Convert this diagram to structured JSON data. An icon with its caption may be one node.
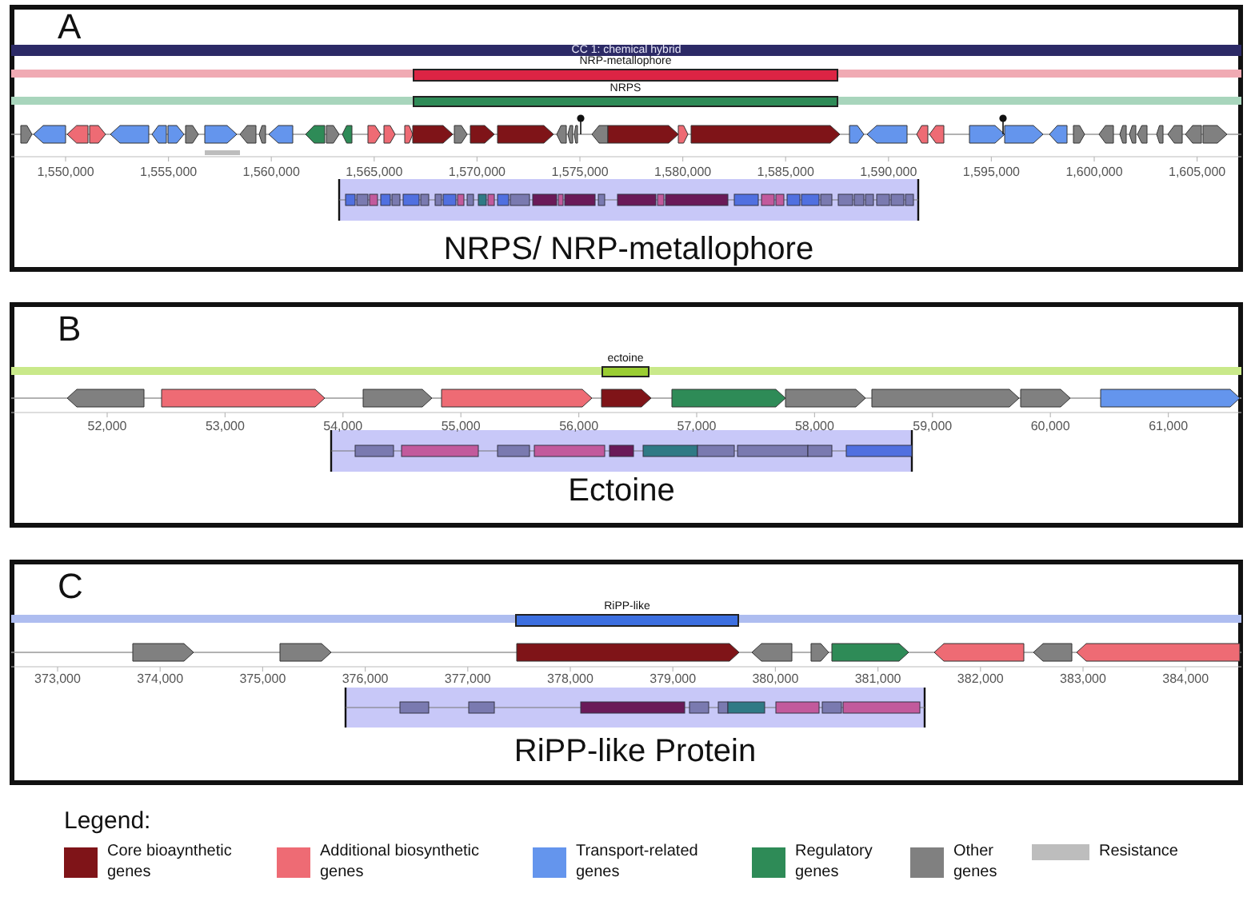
{
  "diagram": {
    "nodes": [
      {
        "text": [
          "A",
          "NRPS/ NRP-metallophore"
        ]
      },
      {
        "text": [
          "CC 1: chemical hybrid"
        ],
        "in": 0
      },
      {
        "text": [
          "NRP-metallophore"
        ],
        "in": 0
      },
      {
        "text": [
          "NRPS"
        ],
        "in": 0
      },
      {
        "text": [
          "B",
          "Ectoine"
        ]
      },
      {
        "text": [
          "ectoine"
        ],
        "in": 4
      },
      {
        "text": [
          "C",
          "RiPP-like Protein"
        ]
      },
      {
        "text": [
          "RiPP-like"
        ],
        "in": 6
      }
    ],
    "labels": [
      "1,550,000",
      "1,555,000",
      "1,560,000",
      "1,565,000",
      "1,570,000",
      "1,575,000",
      "1,580,000",
      "1,585,000",
      "1,590,000",
      "1,595,000",
      "1,600,000",
      "1,605,000",
      "52,000",
      "53,000",
      "54,000",
      "55,000",
      "56,000",
      "57,000",
      "58,000",
      "59,000",
      "60,000",
      "61,000",
      "373,000",
      "374,000",
      "375,000",
      "376,000",
      "377,000",
      "378,000",
      "379,000",
      "380,000",
      "381,000",
      "382,000",
      "383,000",
      "384,000",
      "Legend:"
    ],
    "legend": [
      {
        "text": "Core bioaynthetic genes",
        "color": "#7f1418"
      },
      {
        "text": "Additional biosynthetic genes",
        "color": "#ee6b74"
      },
      {
        "text": "Transport-related genes",
        "color": "#6495ed"
      },
      {
        "text": "Regulatory genes",
        "color": "#2e8b57"
      },
      {
        "text": "Other genes",
        "color": "#808080"
      },
      {
        "text": "Resistance",
        "color": "#bdbdbd"
      }
    ]
  }
}
